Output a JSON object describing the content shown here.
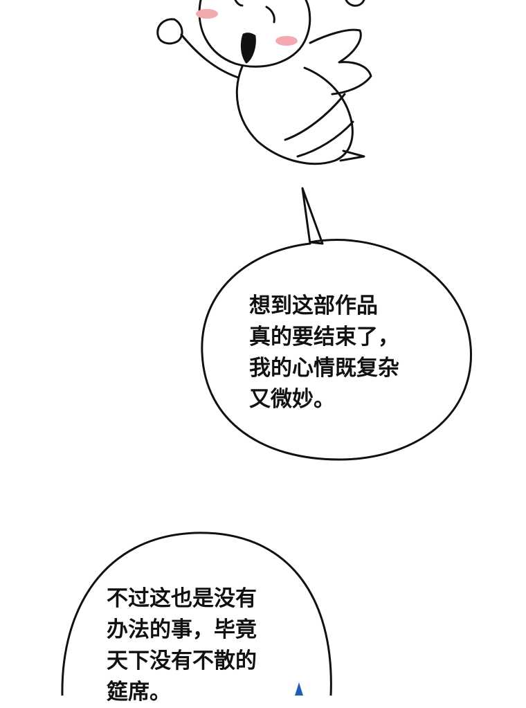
{
  "colors": {
    "background": "#ffffff",
    "ink": "#111111",
    "blush": "#f4a8b0",
    "accent_blue": "#1e5fb4"
  },
  "bubbles": [
    {
      "lines": [
        "想到这部作品",
        "真的要结束了，",
        "我的心情既复杂",
        "又微妙。"
      ]
    },
    {
      "lines": [
        "不过这也是没有",
        "办法的事，毕竟",
        "天下没有不散的",
        "筵席。"
      ]
    }
  ]
}
